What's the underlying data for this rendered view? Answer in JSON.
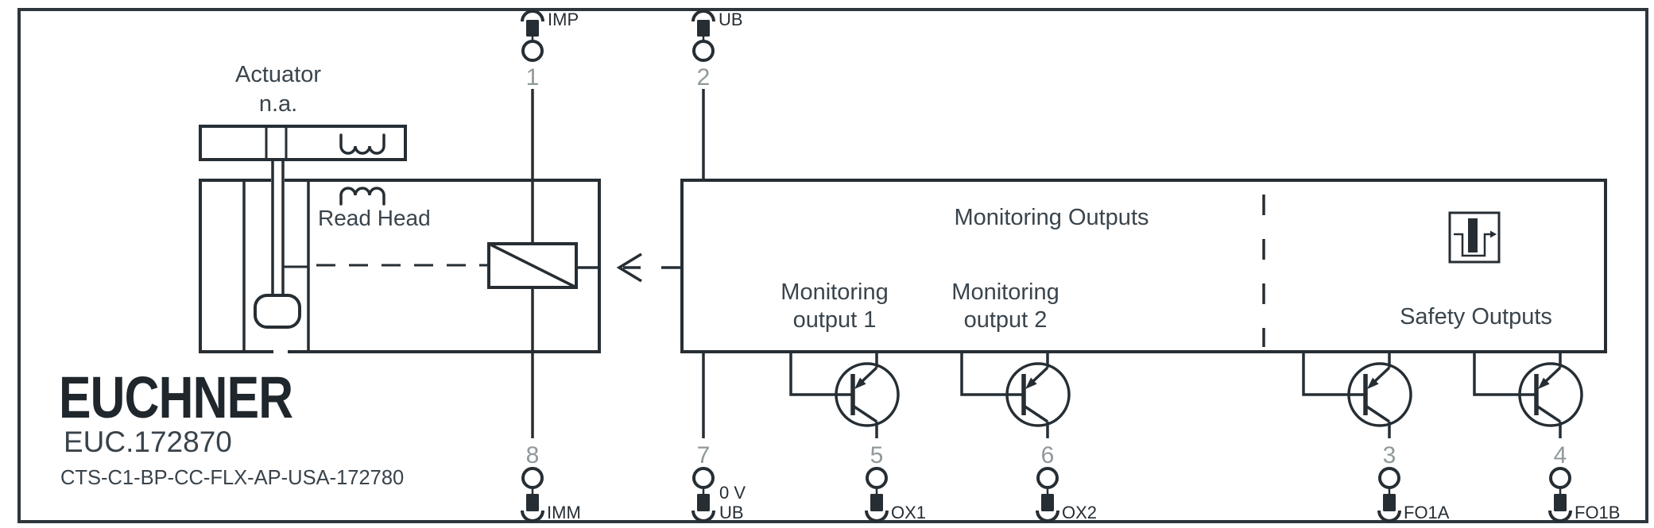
{
  "brand": {
    "logo": "EUCHNER",
    "order_code": "EUC.172870",
    "model": "CTS-C1-BP-CC-FLX-AP-USA-172780"
  },
  "labels": {
    "actuator": "Actuator",
    "actuator_note": "n.a.",
    "read_head": "Read Head",
    "monitoring_outputs": "Monitoring Outputs",
    "monitoring_output_1": [
      "Monitoring",
      "output 1"
    ],
    "monitoring_output_2": [
      "Monitoring",
      "output 2"
    ],
    "safety_outputs": "Safety Outputs"
  },
  "pins": {
    "top": [
      {
        "number": "1",
        "label": "IMP"
      },
      {
        "number": "2",
        "label": "UB"
      }
    ],
    "bottom": [
      {
        "number": "8",
        "labels": [
          "IMM"
        ]
      },
      {
        "number": "7",
        "labels": [
          "0 V",
          "UB"
        ]
      },
      {
        "number": "5",
        "labels": [
          "OX1"
        ]
      },
      {
        "number": "6",
        "labels": [
          "OX2"
        ]
      },
      {
        "number": "3",
        "labels": [
          "FO1A"
        ]
      },
      {
        "number": "4",
        "labels": [
          "FO1B"
        ]
      }
    ]
  },
  "colors": {
    "ink": "#262e34",
    "label_text": "#3a444c",
    "pin_number": "#8f989b",
    "background": "#ffffff"
  }
}
